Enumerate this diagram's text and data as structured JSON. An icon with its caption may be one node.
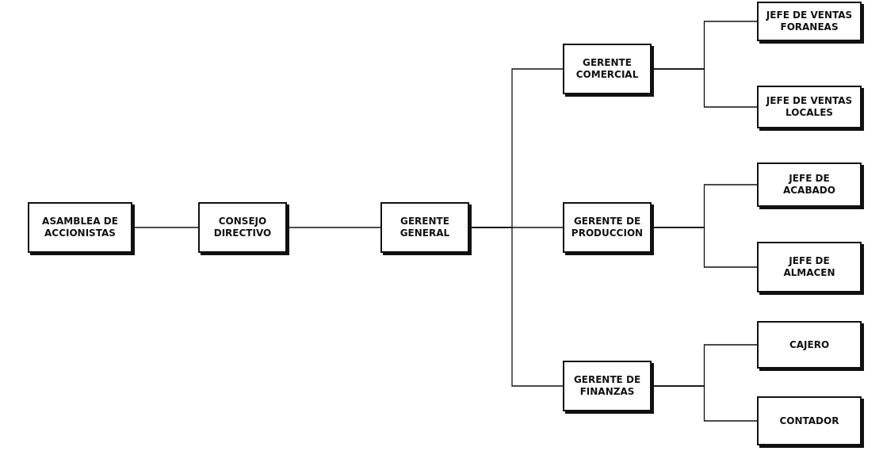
{
  "diagram": {
    "nodes": [
      {
        "text": [
          "ASAMBLEA DE ACCIONISTAS"
        ]
      },
      {
        "text": [
          "CONSEJO DIRECTIVO"
        ]
      },
      {
        "text": [
          "GERENTE GENERAL"
        ]
      },
      {
        "text": [
          "GERENTE COMERCIAL"
        ]
      },
      {
        "text": [
          "GERENTE DE PRODUCCION"
        ]
      },
      {
        "text": [
          "GERENTE DE FINANZAS"
        ]
      },
      {
        "text": [
          "JEFE DE VENTAS FORANEAS"
        ]
      },
      {
        "text": [
          "JEFE DE VENTAS LOCALES"
        ]
      },
      {
        "text": [
          "JEFE DE ACABADO"
        ]
      },
      {
        "text": [
          "JEFE DE ALMACEN"
        ]
      },
      {
        "text": [
          "CAJERO"
        ]
      },
      {
        "text": [
          "CONTADOR"
        ]
      }
    ],
    "edges": [
      {
        "from": 0,
        "to": 1,
        "arrow": "none"
      },
      {
        "from": 1,
        "to": 2,
        "arrow": "none"
      },
      {
        "from": 2,
        "to": 3,
        "arrow": "none"
      },
      {
        "from": 2,
        "to": 4,
        "arrow": "none"
      },
      {
        "from": 2,
        "to": 5,
        "arrow": "none"
      },
      {
        "from": 3,
        "to": 6,
        "arrow": "none"
      },
      {
        "from": 3,
        "to": 7,
        "arrow": "none"
      },
      {
        "from": 4,
        "to": 8,
        "arrow": "none"
      },
      {
        "from": 4,
        "to": 9,
        "arrow": "none"
      },
      {
        "from": 5,
        "to": 10,
        "arrow": "none"
      },
      {
        "from": 5,
        "to": 11,
        "arrow": "none"
      }
    ]
  }
}
